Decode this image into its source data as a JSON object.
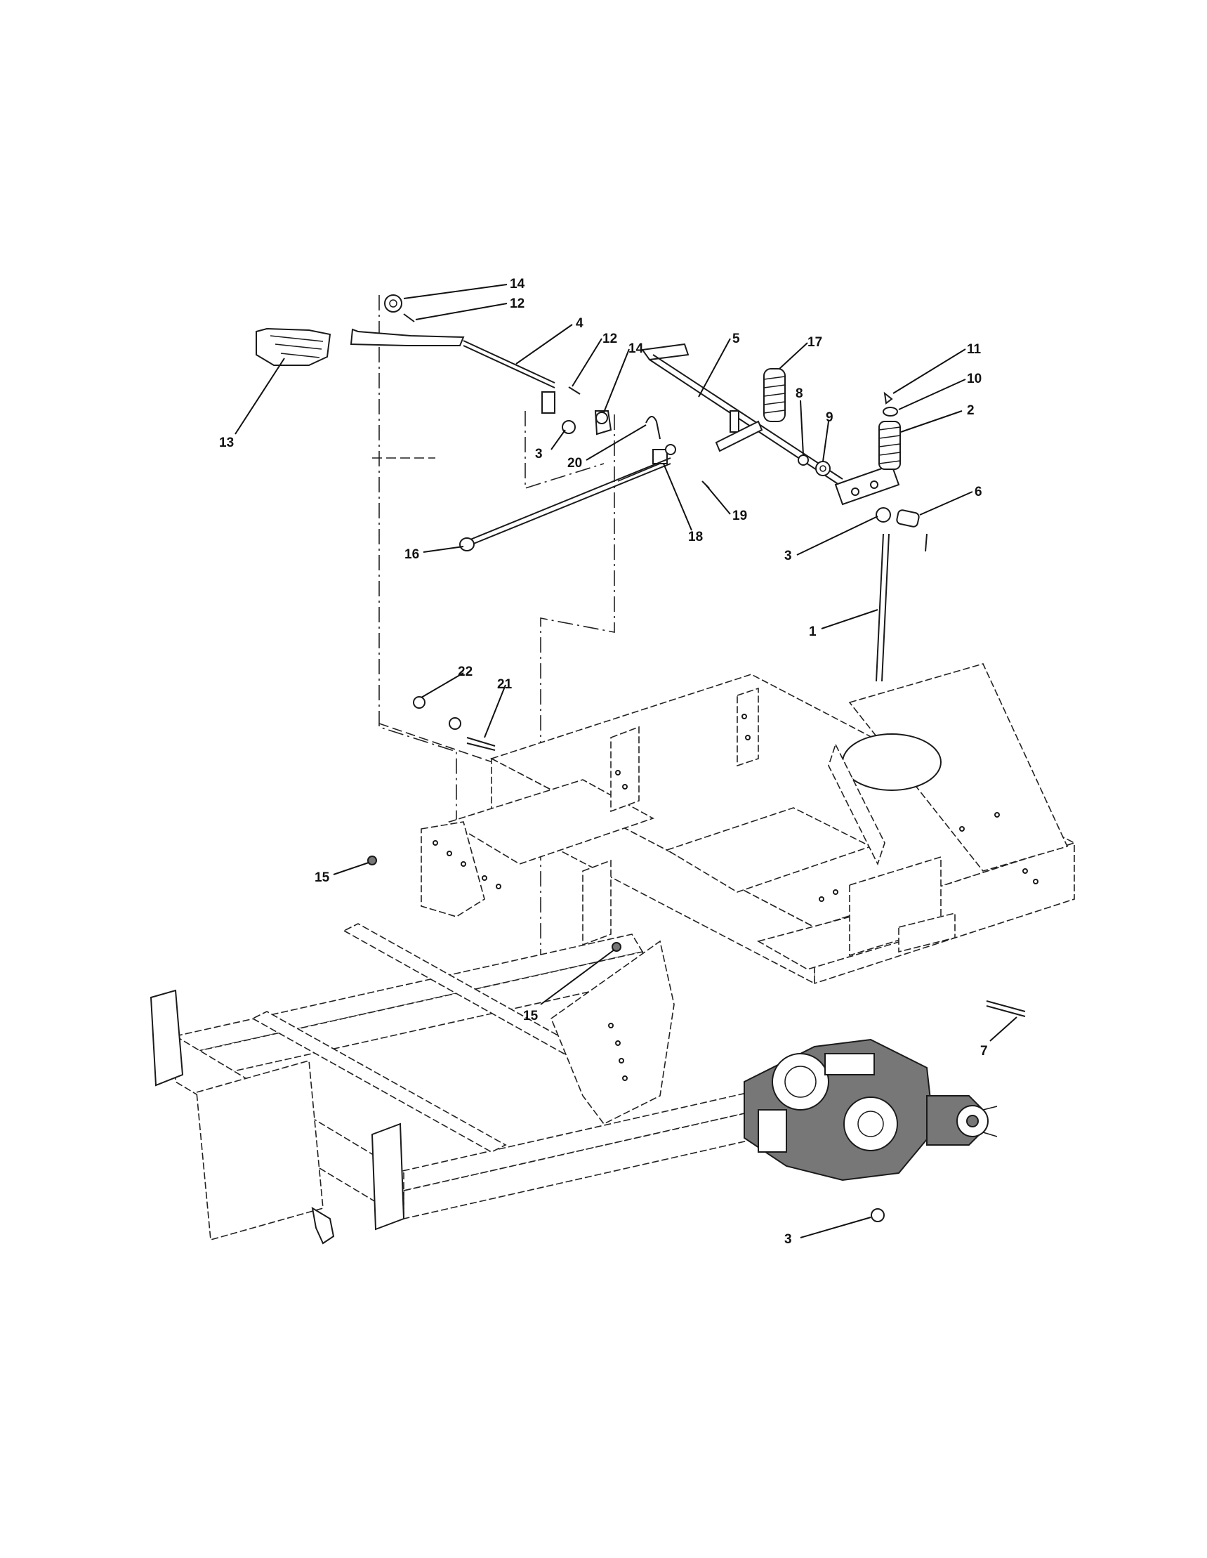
{
  "callouts": [
    {
      "id": "c14a",
      "text": "14"
    },
    {
      "id": "c12a",
      "text": "12"
    },
    {
      "id": "c4",
      "text": "4"
    },
    {
      "id": "c12b",
      "text": "12"
    },
    {
      "id": "c14b",
      "text": "14"
    },
    {
      "id": "c5",
      "text": "5"
    },
    {
      "id": "c17",
      "text": "17"
    },
    {
      "id": "c11",
      "text": "11"
    },
    {
      "id": "c10",
      "text": "10"
    },
    {
      "id": "c8",
      "text": "8"
    },
    {
      "id": "c9",
      "text": "9"
    },
    {
      "id": "c2",
      "text": "2"
    },
    {
      "id": "c13",
      "text": "13"
    },
    {
      "id": "c3a",
      "text": "3"
    },
    {
      "id": "c20",
      "text": "20"
    },
    {
      "id": "c19",
      "text": "19"
    },
    {
      "id": "c18",
      "text": "18"
    },
    {
      "id": "c6",
      "text": "6"
    },
    {
      "id": "c3b",
      "text": "3"
    },
    {
      "id": "c16",
      "text": "16"
    },
    {
      "id": "c1",
      "text": "1"
    },
    {
      "id": "c22",
      "text": "22"
    },
    {
      "id": "c21",
      "text": "21"
    },
    {
      "id": "c15a",
      "text": "15"
    },
    {
      "id": "c15b",
      "text": "15"
    },
    {
      "id": "c7",
      "text": "7"
    },
    {
      "id": "c3c",
      "text": "3"
    }
  ]
}
